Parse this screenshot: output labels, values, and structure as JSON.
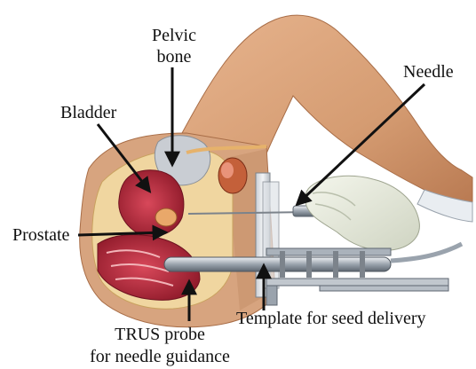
{
  "labels": {
    "pelvic_bone_line1": "Pelvic",
    "pelvic_bone_line2": "bone",
    "bladder": "Bladder",
    "needle": "Needle",
    "prostate": "Prostate",
    "template": "Template for seed delivery",
    "trus_line1": "TRUS probe",
    "trus_line2": "for needle guidance"
  },
  "colors": {
    "skin": "#d9a47c",
    "skin_shadow": "#c08760",
    "tissue_red": "#b8283a",
    "bone": "#c9cdd3",
    "fat_yellow": "#e8c55a",
    "glove": "#e9ecdf",
    "metal": "#8f98a3",
    "label_text": "#111111",
    "arrow": "#111111"
  }
}
